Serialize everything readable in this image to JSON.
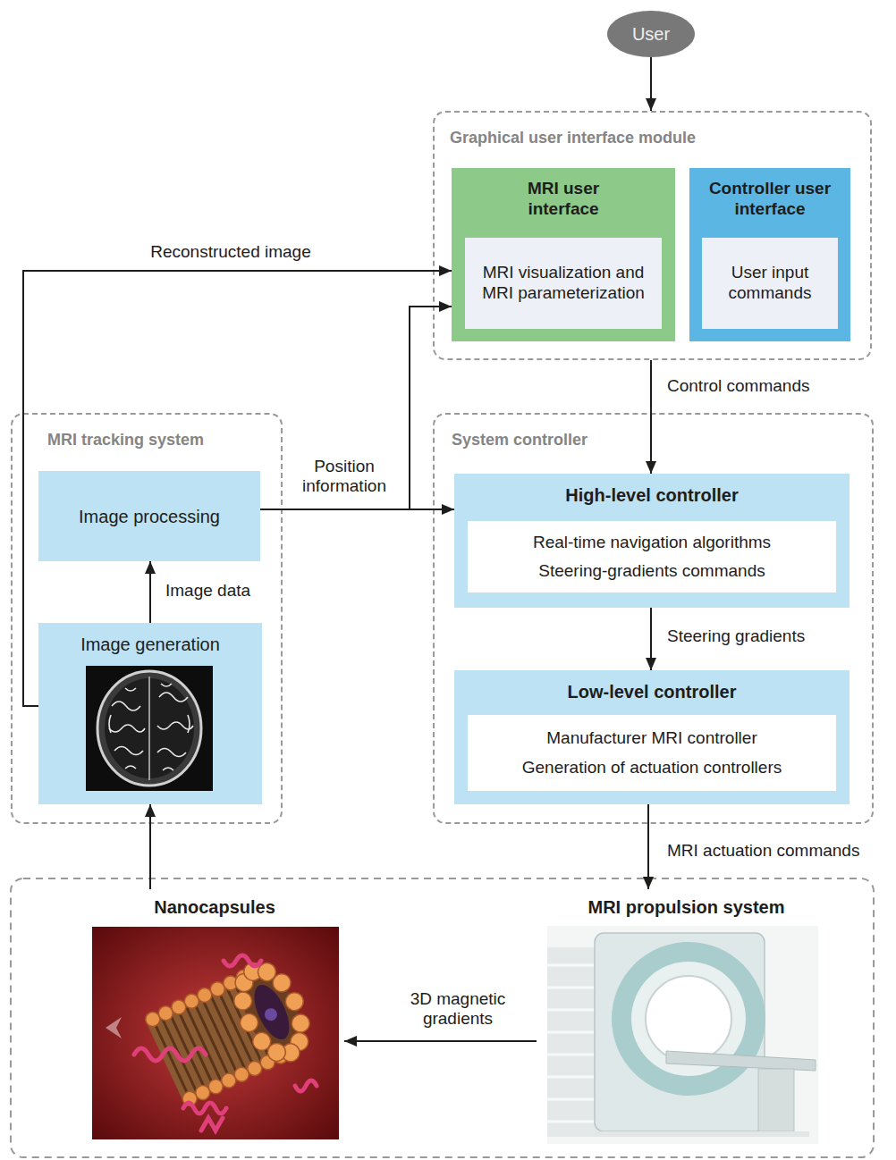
{
  "diagram": {
    "nodes": [
      {
        "text": [
          "User"
        ]
      },
      {
        "text": [
          "Graphical user interface module"
        ]
      },
      {
        "text": [
          "MRI user interface"
        ],
        "in": 1
      },
      {
        "text": [
          "MRI visualization and MRI parameterization"
        ],
        "in": 2
      },
      {
        "text": [
          "Controller user interface"
        ],
        "in": 1
      },
      {
        "text": [
          "User input commands"
        ],
        "in": 4
      },
      {
        "text": [
          "MRI tracking system"
        ]
      },
      {
        "text": [
          "Image processing"
        ],
        "in": 6
      },
      {
        "text": [
          "Image generation"
        ],
        "in": 6
      },
      {
        "text": [
          "System controller"
        ]
      },
      {
        "text": [
          "High-level controller"
        ],
        "in": 9
      },
      {
        "text": [
          "Real-time navigation algorithms",
          "Steering-gradients commands"
        ],
        "in": 10
      },
      {
        "text": [
          "Low-level controller"
        ],
        "in": 9
      },
      {
        "text": [
          "Manufacturer MRI controller",
          "Generation of actuation controllers"
        ],
        "in": 12
      },
      {
        "text": [
          "Nanocapsules"
        ]
      },
      {
        "text": [
          "MRI propulsion system"
        ]
      }
    ],
    "edges": [
      {
        "from": 0,
        "to": 1,
        "arrow": "to"
      },
      {
        "from": 8,
        "to": 2,
        "label": "Reconstructed image",
        "arrow": "to"
      },
      {
        "from": 7,
        "to": 10,
        "label": "Position information",
        "arrow": "to"
      },
      {
        "from": 7,
        "to": 2,
        "arrow": "to"
      },
      {
        "from": 1,
        "to": 10,
        "label": "Control commands",
        "arrow": "to"
      },
      {
        "from": 10,
        "to": 12,
        "label": "Steering gradients",
        "arrow": "to"
      },
      {
        "from": 12,
        "to": 15,
        "label": "MRI actuation commands",
        "arrow": "to"
      },
      {
        "from": 15,
        "to": 14,
        "label": "3D magnetic gradients",
        "arrow": "to"
      },
      {
        "from": 14,
        "to": 8,
        "arrow": "to"
      },
      {
        "from": 8,
        "to": 7,
        "label": "Image data",
        "arrow": "to"
      }
    ]
  }
}
